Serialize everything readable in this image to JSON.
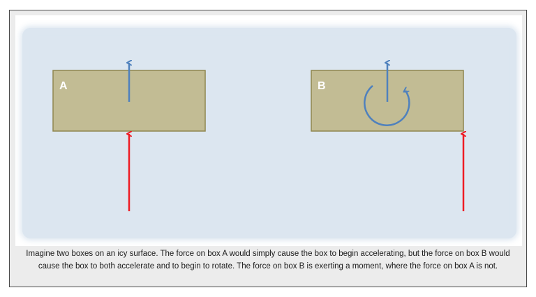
{
  "figure": {
    "boxes": [
      {
        "label": "A",
        "fill": "#c2bc94",
        "stroke": "#8f864f",
        "force": "center",
        "rotation": false
      },
      {
        "label": "B",
        "fill": "#c2bc94",
        "stroke": "#8f864f",
        "force": "corner",
        "rotation": true
      }
    ],
    "colors": {
      "background": "#dce6f0",
      "applied_force_arrow": "#ee1c24",
      "resulting_motion_arrow": "#4f81bd"
    }
  },
  "caption": "Imagine two boxes on an icy surface. The force on box A would simply cause the box to begin accelerating, but the force on box B would cause the box to both accelerate and to begin to rotate. The force on box B is exerting a moment, where the force on box A is not."
}
